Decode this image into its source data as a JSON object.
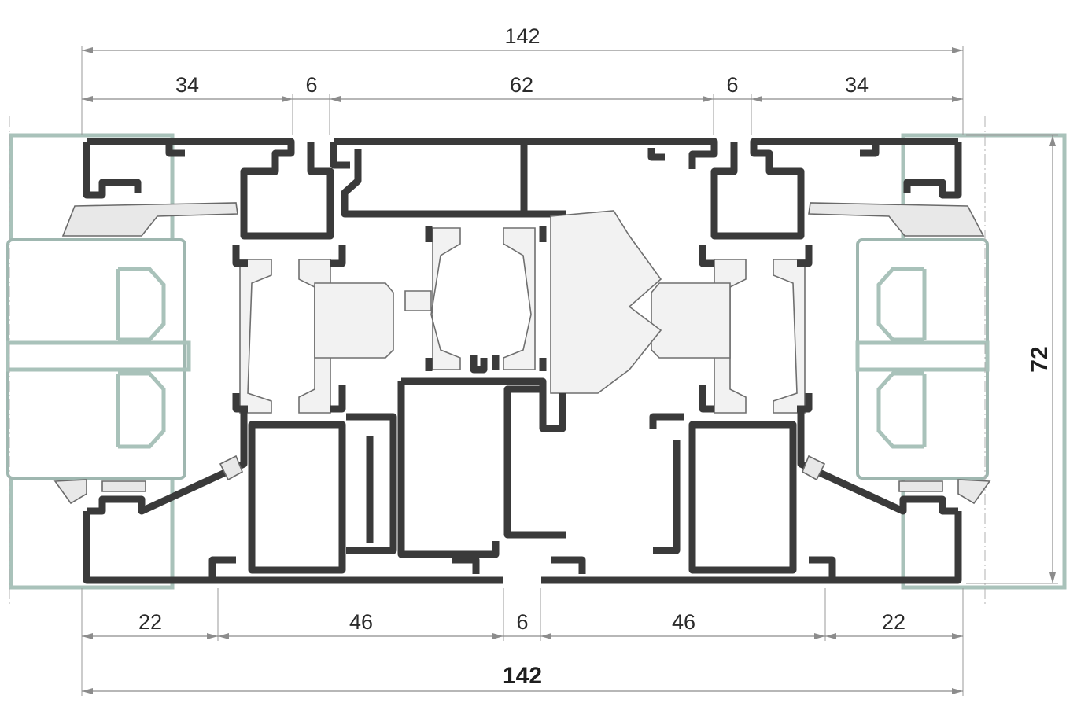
{
  "colors": {
    "aluminium_outline": "#3a3a3a",
    "dimension_lines": "#8c8c8c",
    "glazing": "#a9c2ba",
    "thermal_break": "#6f6f6f"
  },
  "dimensions": {
    "top_total": "142",
    "top_segments": [
      "34",
      "6",
      "62",
      "6",
      "34"
    ],
    "bottom_segments": [
      "22",
      "46",
      "6",
      "46",
      "22"
    ],
    "bottom_total": "142",
    "height": "72"
  }
}
